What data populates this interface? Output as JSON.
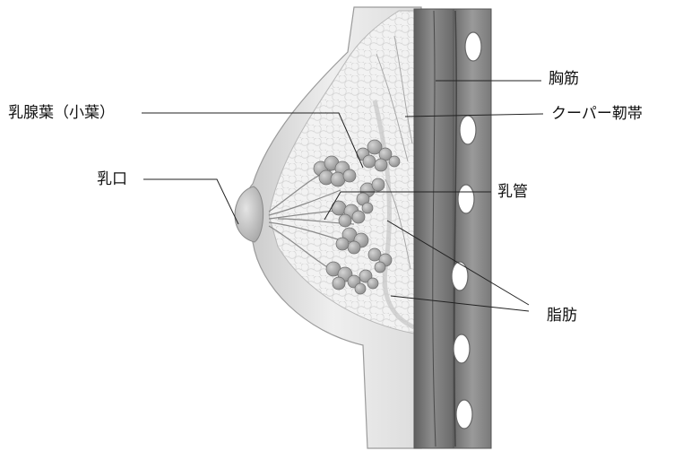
{
  "labels": {
    "lobule": "乳腺葉（小葉）",
    "nipple": "乳口",
    "pectoral_muscle": "胸筋",
    "cooper_ligament": "クーパー靭帯",
    "milk_duct": "乳管",
    "fat": "脂肪"
  }
}
